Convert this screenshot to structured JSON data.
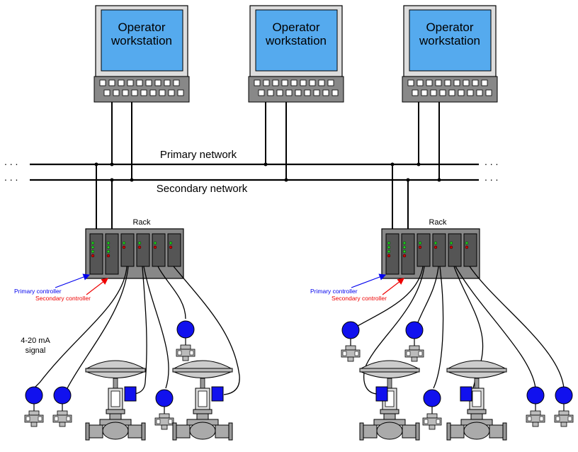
{
  "workstations": [
    {
      "line1": "Operator",
      "line2": "workstation"
    },
    {
      "line1": "Operator",
      "line2": "workstation"
    },
    {
      "line1": "Operator",
      "line2": "workstation"
    }
  ],
  "networks": {
    "primary": "Primary network",
    "secondary": "Secondary network",
    "continuation": ". . ."
  },
  "racks": [
    {
      "label": "Rack",
      "primary_controller": "Primary controller",
      "secondary_controller": "Secondary controller"
    },
    {
      "label": "Rack",
      "primary_controller": "Primary controller",
      "secondary_controller": "Secondary controller"
    }
  ],
  "signal_label": {
    "line1": "4-20 mA",
    "line2": "signal"
  },
  "colors": {
    "screen": "#55aaee",
    "monitor": "#dddddd",
    "keyboard": "#888888",
    "rack": "#888888",
    "card": "#555555",
    "led_green": "#22cc22",
    "led_red": "#cc0000",
    "transmitter_blue": "#1111ee",
    "primary_arrow": "#0000ee",
    "secondary_arrow": "#ee0000"
  }
}
